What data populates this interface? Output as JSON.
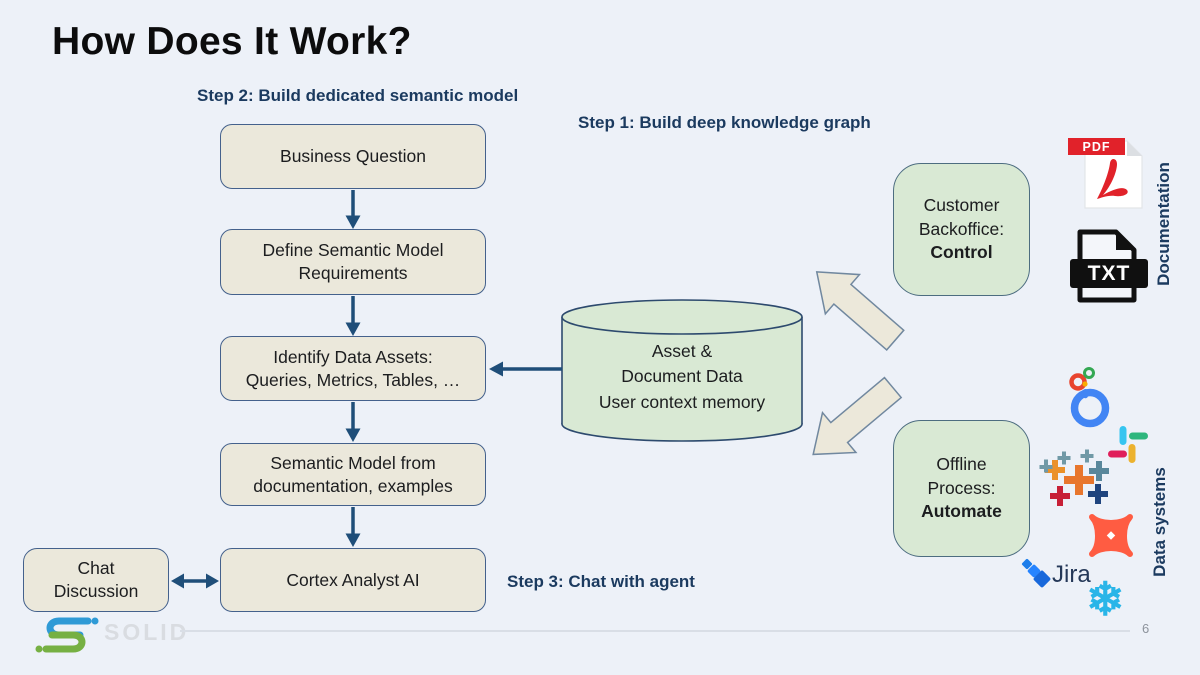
{
  "slide": {
    "title": "How Does It Work?",
    "page_number": "6"
  },
  "steps": {
    "step1": "Step 1: Build deep knowledge graph",
    "step2": "Step 2: Build dedicated semantic model",
    "step3": "Step 3: Chat with agent"
  },
  "flowchart": {
    "boxes": [
      {
        "label": "Business Question"
      },
      {
        "label": "Define Semantic Model\nRequirements"
      },
      {
        "label": "Identify Data Assets:\nQueries, Metrics, Tables, …"
      },
      {
        "label": "Semantic Model from\ndocumentation, examples"
      },
      {
        "label": "Cortex Analyst AI"
      }
    ],
    "chat_box_label": "Chat\nDiscussion"
  },
  "knowledge_graph": {
    "cylinder_label": "Asset &\nDocument Data\nUser context memory",
    "customer_box": {
      "text": "Customer\nBackoffice:",
      "emphasis": "Control"
    },
    "offline_box": {
      "text": "Offline\nProcess:",
      "emphasis": "Automate"
    }
  },
  "documentation_rail": {
    "label": "Documentation",
    "pdf_badge": "PDF",
    "txt_badge": "TXT"
  },
  "data_systems_rail": {
    "label": "Data systems",
    "jira_label": "Jira",
    "snowflake_glyph": "❄",
    "icon_names": [
      "looker-icon",
      "slack-icon",
      "tableau-icon",
      "dbt-icon",
      "jira-icon",
      "snowflake-icon"
    ]
  },
  "footer": {
    "logo_text": "SOLID"
  },
  "colors": {
    "background": "#edf1f8",
    "accent_navy": "#1b3a5f",
    "arrow_navy": "#1f4e79",
    "box_cream": "#ebe8db",
    "green_fill": "#d9e9d4",
    "pdf_red": "#e1222a",
    "snowflake_blue": "#29b5e8"
  }
}
